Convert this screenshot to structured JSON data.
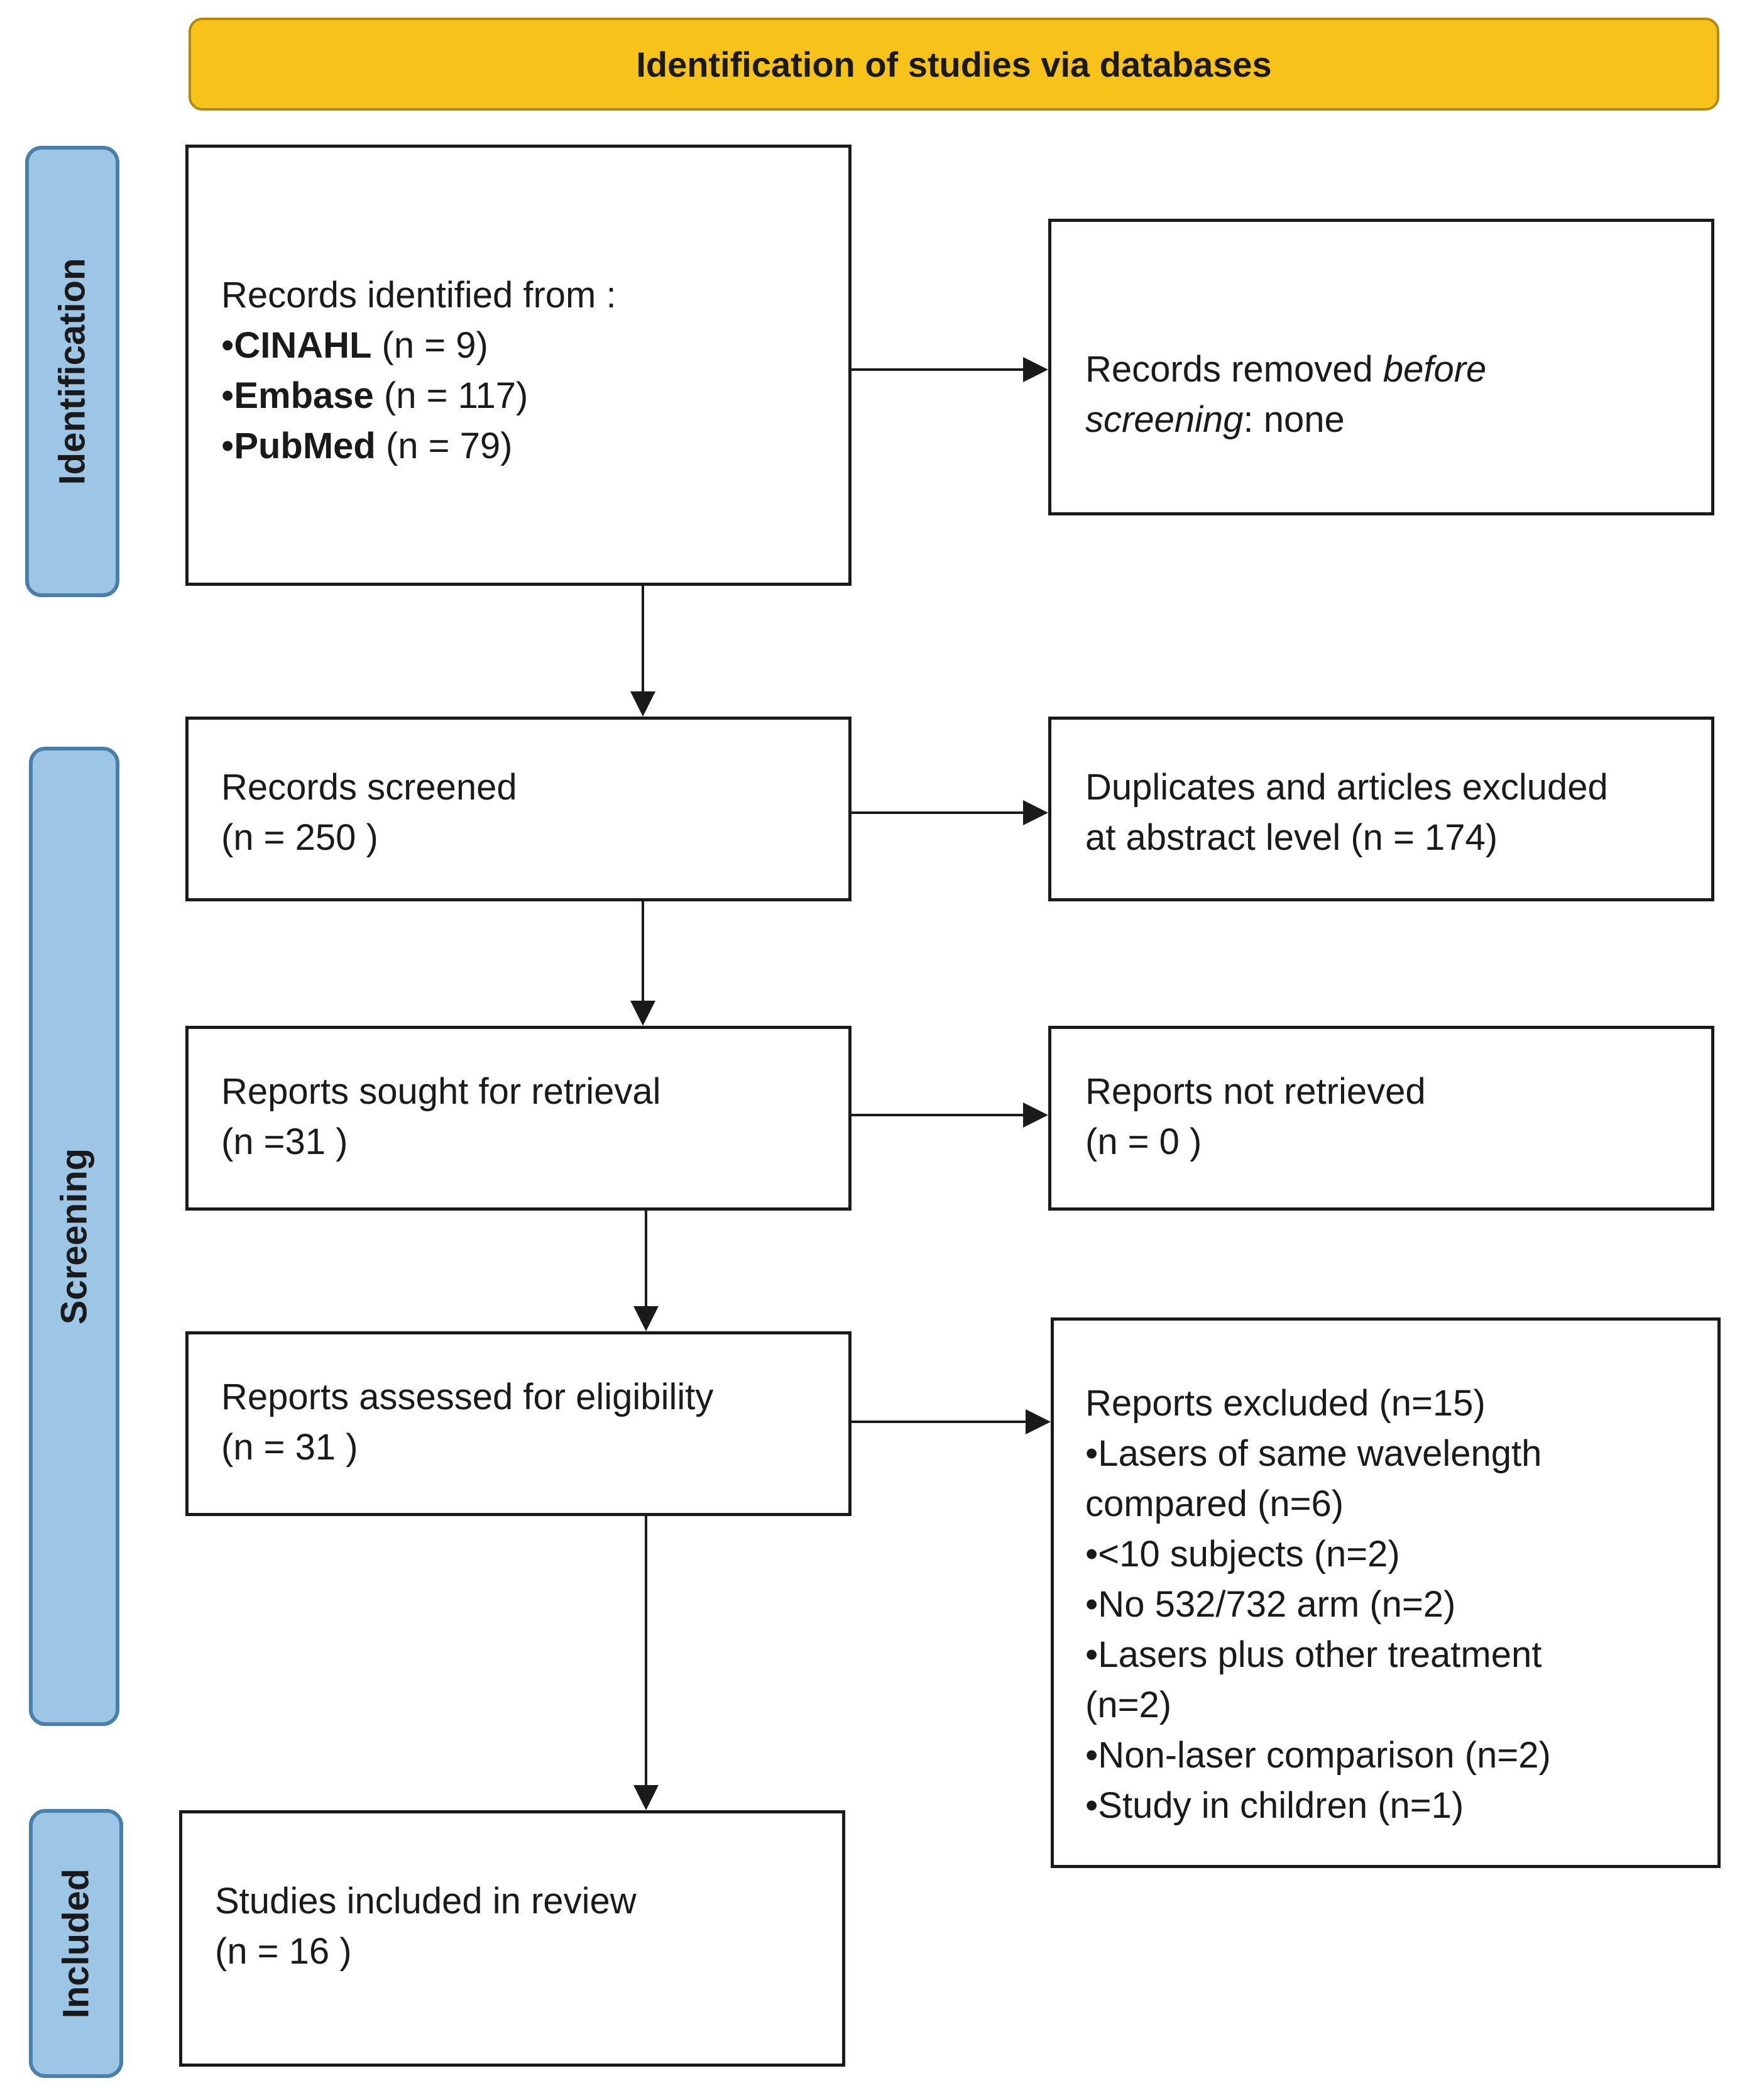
{
  "banner": "Identification of studies via databases",
  "phases": {
    "identification": "Identification",
    "screening": "Screening",
    "included": "Included"
  },
  "identified": {
    "heading": "Records identified from :",
    "sources": [
      {
        "bullet": "•",
        "name": "CINAHL",
        "count": " (n = 9)"
      },
      {
        "bullet": "•",
        "name": "Embase",
        "count": " (n = 117)"
      },
      {
        "bullet": "•",
        "name": "PubMed",
        "count": " (n = 79)"
      }
    ]
  },
  "removed": {
    "prefix": "Records removed ",
    "italic1": "before",
    "italic2": "screening",
    "suffix": ": none"
  },
  "screened": {
    "label": "Records screened",
    "count": "(n = 250 )"
  },
  "excluded_abstract": {
    "line1": "Duplicates and articles excluded",
    "line2": "at abstract level (n =   174)"
  },
  "sought": {
    "label": "Reports sought for retrieval",
    "count": "(n =31 )"
  },
  "not_retrieved": {
    "label": "Reports not retrieved",
    "count": "(n = 0 )"
  },
  "assessed": {
    "label": "Reports assessed for eligibility",
    "count": "(n = 31 )"
  },
  "reports_excluded": {
    "lines": [
      "Reports excluded (n=15)",
      "•Lasers of same wavelength",
      "compared (n=6)",
      "•<10 subjects (n=2)",
      "•No 532/732 arm (n=2)",
      "•Lasers plus other treatment",
      "(n=2)",
      "•Non-laser comparison (n=2)",
      "•Study in children (n=1)"
    ]
  },
  "included": {
    "label": "Studies included in review",
    "count": "(n = 16 )"
  }
}
